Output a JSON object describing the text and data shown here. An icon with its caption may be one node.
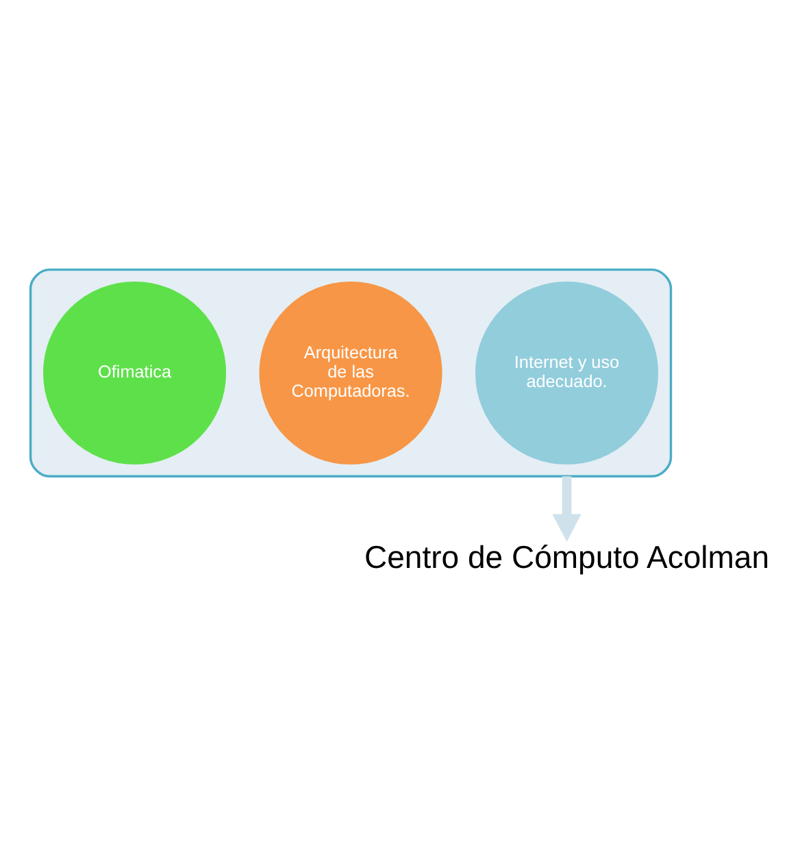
{
  "diagram": {
    "nodes": [
      {
        "text": [],
        "shape": "funnel"
      },
      {
        "text": [
          "Ofimatica"
        ],
        "in": 0
      },
      {
        "text": [
          "Arquitectura de las Computadoras."
        ],
        "in": 0
      },
      {
        "text": [
          "Internet y uso adecuado."
        ],
        "in": 0
      },
      {
        "text": [
          "Centro de Cómputo Acolman"
        ]
      }
    ],
    "edges": [
      {
        "from": 0,
        "to": 4,
        "arrow": "to"
      }
    ]
  }
}
